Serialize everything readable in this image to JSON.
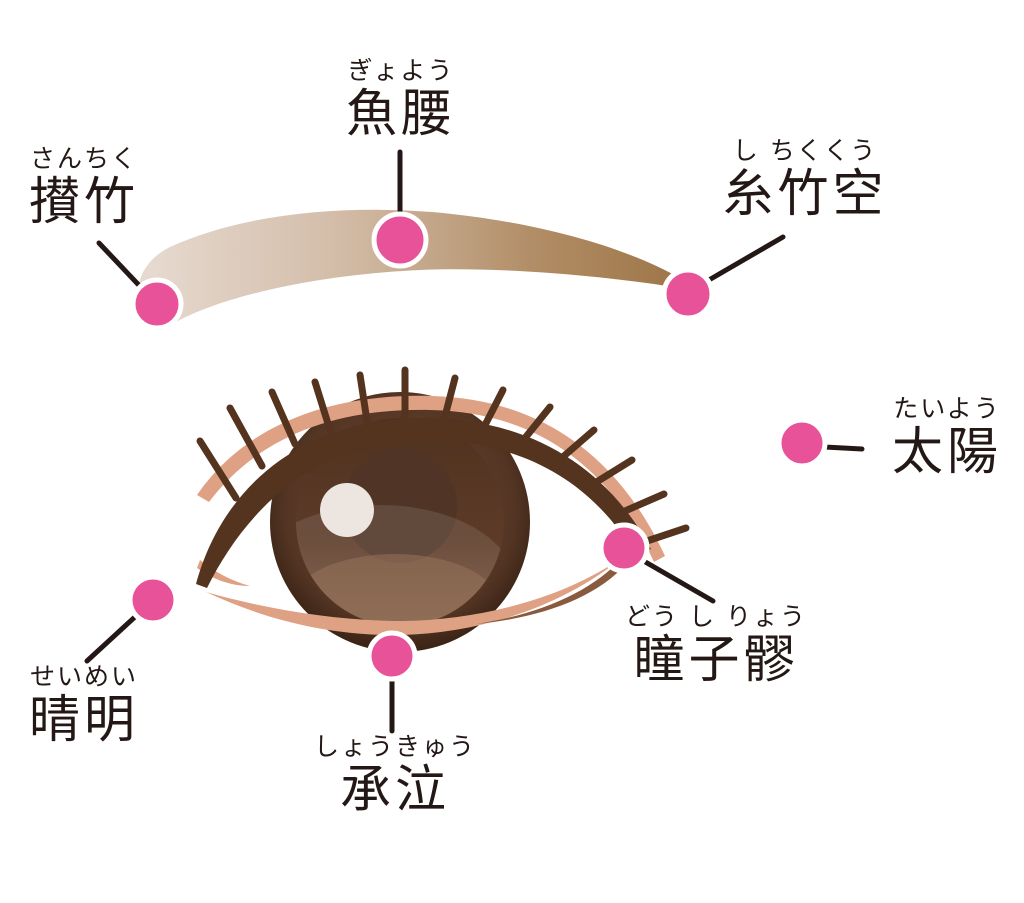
{
  "diagram": {
    "subject": "eye-acupressure-points",
    "colors": {
      "point_dot": "#e85298",
      "point_dot_ring": "#ffffff",
      "pointer_line": "#231815",
      "text": "#231815",
      "eyebrow_light": "#e7dbd1",
      "eyebrow_dark": "#9b7244",
      "eyelash": "#54331f",
      "eyelid_skin": "#dfa183",
      "iris_outer": "#3a2315",
      "iris_mid": "#5a3828",
      "pupil": "#503526",
      "iris_highlight": "#ece5e0"
    }
  },
  "points": [
    {
      "id": "sanchiku",
      "furigana": "さんちく",
      "kanji": "攅竹"
    },
    {
      "id": "gyoyo",
      "furigana": "ぎょよう",
      "kanji": "魚腰"
    },
    {
      "id": "shichikuku",
      "furigana": "し ちくくう",
      "kanji": "糸竹空"
    },
    {
      "id": "taiyo",
      "furigana": "たいよう",
      "kanji": "太陽"
    },
    {
      "id": "doshiryo",
      "furigana": "どう し りょう",
      "kanji": "瞳子髎"
    },
    {
      "id": "seimei",
      "furigana": "せいめい",
      "kanji": "晴明"
    },
    {
      "id": "shokyu",
      "furigana": "しょうきゅう",
      "kanji": "承泣"
    }
  ]
}
